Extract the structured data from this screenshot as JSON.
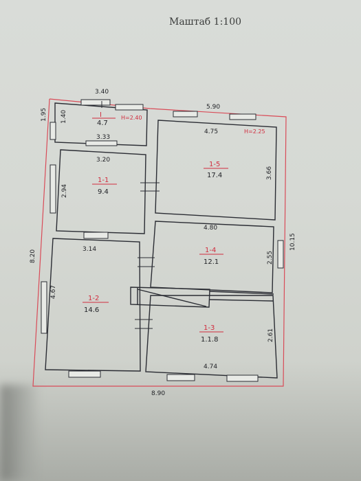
{
  "scale_label": "Маштаб 1:100",
  "exterior_dims": {
    "top_left": "3.40",
    "top_right": "5.90",
    "left_small": "1.95",
    "left_main": "8.20",
    "right_main": "10.15",
    "bottom": "8.90"
  },
  "rooms": [
    {
      "id": "I",
      "area": "4.7",
      "height": "H=2.40",
      "dims": [
        "1.40",
        "3.33"
      ]
    },
    {
      "id": "1-5",
      "area": "17.4",
      "height": "H=2.25",
      "dims": [
        "4.75",
        "3.66"
      ]
    },
    {
      "id": "1-1",
      "area": "9.4",
      "dims": [
        "3.20",
        "2.94"
      ]
    },
    {
      "id": "1-4",
      "area": "12.1",
      "dims": [
        "4.80",
        "2.55"
      ]
    },
    {
      "id": "1-2",
      "area": "14.6",
      "dims": [
        "3.14",
        "4.67"
      ]
    },
    {
      "id": "1-3",
      "area": "1.1.8",
      "dims": [
        "2.61",
        "4.74"
      ]
    }
  ]
}
